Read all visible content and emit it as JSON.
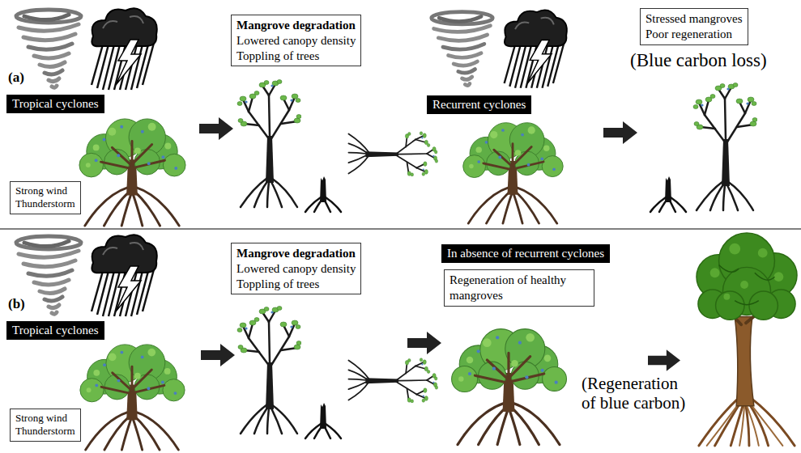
{
  "diagram": {
    "nodes": [
      {
        "text": [
          "Tropical cyclones"
        ]
      },
      {
        "text": [
          "Strong wind",
          "Thunderstorm"
        ]
      },
      {
        "text": [
          "Mangrove degradation",
          "Lowered canopy density",
          "Toppling of trees"
        ]
      },
      {
        "text": [
          "Recurrent cyclones"
        ]
      },
      {
        "text": [
          "Stressed mangroves",
          "Poor regeneration"
        ]
      },
      {
        "text": [
          "Tropical cyclones"
        ]
      },
      {
        "text": [
          "Strong wind",
          "Thunderstorm"
        ]
      },
      {
        "text": [
          "Mangrove degradation",
          "Lowered canopy density",
          "Toppling of trees"
        ]
      },
      {
        "text": [
          "In absence of recurrent cyclones"
        ]
      },
      {
        "text": [
          "Regeneration of healthy mangroves"
        ]
      }
    ],
    "labels": [
      "(a)",
      "(Blue carbon loss)",
      "(b)",
      "(Regeneration of blue carbon)"
    ]
  }
}
